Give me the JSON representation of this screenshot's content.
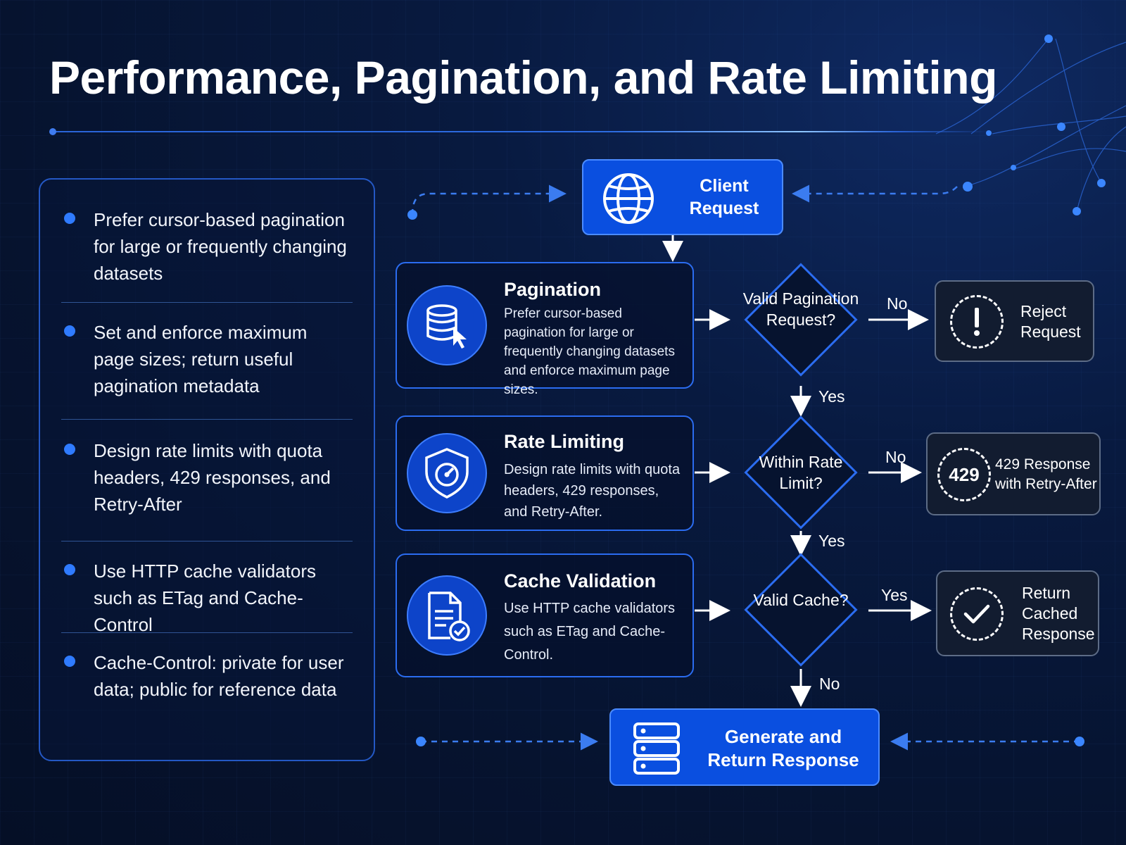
{
  "title": "Performance, Pagination, and Rate Limiting",
  "tips": [
    {
      "text": "Prefer cursor-based pagination for large or frequently changing datasets"
    },
    {
      "text": "Set and enforce maximum page sizes; return useful pagination metadata"
    },
    {
      "text": "Design rate limits with quota headers, 429 responses, and Retry-After"
    },
    {
      "text": "Use HTTP cache validators such as ETag and Cache-Control"
    },
    {
      "text": "Cache-Control: private for user data; public for reference data"
    }
  ],
  "flow": {
    "client_request": "Client Request",
    "pagination": {
      "title": "Pagination",
      "description": "Prefer cursor-based pagination for large or frequently changing datasets and enforce maximum page sizes.",
      "icon": "database-cursor-icon"
    },
    "rate_limiting": {
      "title": "Rate Limiting",
      "description": "Design rate limits with quota headers, 429 responses, and Retry-After.",
      "icon": "shield-gauge-icon"
    },
    "cache_validation": {
      "title": "Cache Validation",
      "description": "Use HTTP cache validators such as ETag and Cache-Control.",
      "icon": "document-check-icon"
    },
    "decisions": {
      "valid_pagination": "Valid Pagination Request?",
      "within_rate_limit": "Within Rate Limit?",
      "valid_cache": "Valid Cache?"
    },
    "edges": {
      "pagination_no": "No",
      "pagination_yes": "Yes",
      "rate_no": "No",
      "rate_yes": "Yes",
      "cache_yes": "Yes",
      "cache_no": "No"
    },
    "outcomes": {
      "reject": "Reject Request",
      "rate_response_code": "429",
      "rate_response": "429 Response with Retry-After",
      "cached": "Return Cached Response"
    },
    "generate": "Generate and Return Response"
  },
  "colors": {
    "accent": "#0a4fe0",
    "border": "#2b6cf0",
    "background": "#06132f",
    "outcome_border": "#5d6c86"
  }
}
